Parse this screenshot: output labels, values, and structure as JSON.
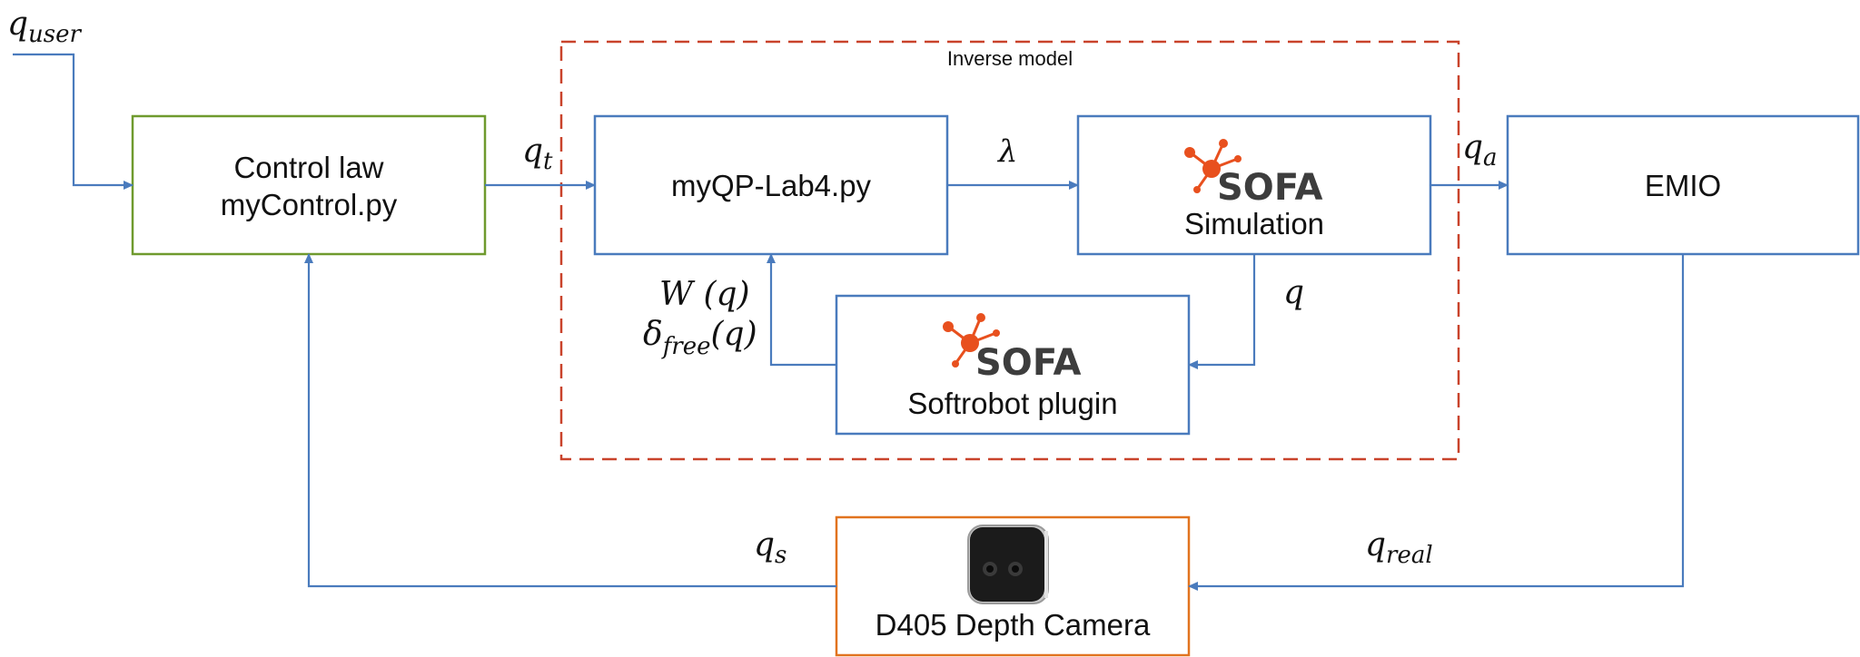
{
  "inverse_model": {
    "title": "Inverse model"
  },
  "blocks": {
    "control": {
      "line1": "Control law",
      "line2": "myControl.py"
    },
    "qp": {
      "label": "myQP-Lab4.py"
    },
    "simulation": {
      "logo": "SOFA",
      "label": "Simulation"
    },
    "softrobot": {
      "logo": "SOFA",
      "label": "Softrobot plugin"
    },
    "emio": {
      "label": "EMIO"
    },
    "camera": {
      "label": "D405 Depth Camera",
      "icon": "camera-icon"
    }
  },
  "signals": {
    "q_user": {
      "base": "q",
      "sub": "user"
    },
    "q_t": {
      "base": "q",
      "sub": "t"
    },
    "lambda": {
      "text": "λ"
    },
    "q_a": {
      "base": "q",
      "sub": "a"
    },
    "q": {
      "text": "q"
    },
    "W": {
      "text": "W (q)"
    },
    "delta": {
      "base": "δ",
      "sub": "free",
      "rest": "(q)"
    },
    "q_s": {
      "base": "q",
      "sub": "s"
    },
    "q_real": {
      "base": "q",
      "sub": "real"
    }
  },
  "colors": {
    "flow": "#4a7bbd",
    "control_border": "#6f9a2e",
    "camera_border": "#e1731f",
    "dashed": "#c9432b",
    "sofa_orange": "#e8501e"
  }
}
